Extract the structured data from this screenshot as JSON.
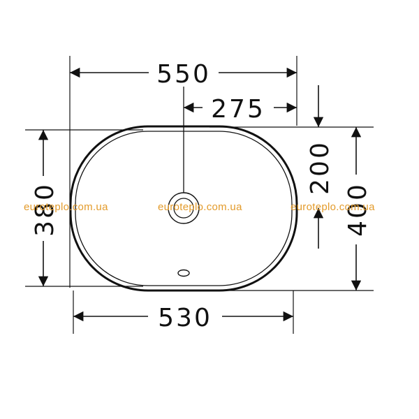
{
  "dimensions": {
    "outer_width": "550",
    "center_offset": "275",
    "bottom_width": "530",
    "left_depth": "380",
    "right_depth": "400",
    "half_depth": "200"
  },
  "watermark": {
    "text": "euroteplo.com.ua",
    "color": "#e39b2b"
  },
  "colors": {
    "line": "#111111",
    "basin_stroke": "#111111"
  }
}
